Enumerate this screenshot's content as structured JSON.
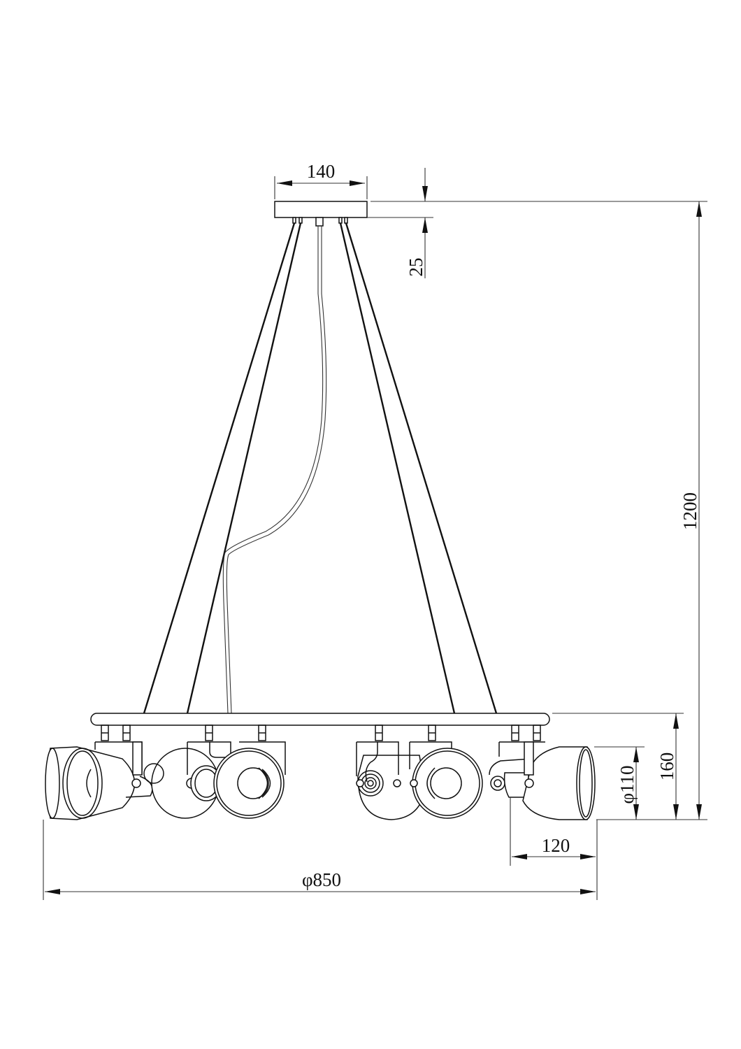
{
  "drawing": {
    "subject": "pendant chandelier with 8 adjustable spot heads",
    "line_color": "#111111",
    "background": "#ffffff"
  },
  "dimensions": {
    "canopy_width": "140",
    "canopy_height": "25",
    "overall_height": "1200",
    "head_height": "160",
    "shade_diameter": "φ110",
    "head_depth": "120",
    "overall_diameter": "φ850"
  },
  "components": {
    "canopy": "ceiling canopy",
    "suspension_rods": 4,
    "power_cable": 1,
    "ring": "horizontal ring frame",
    "spot_heads": 8
  }
}
